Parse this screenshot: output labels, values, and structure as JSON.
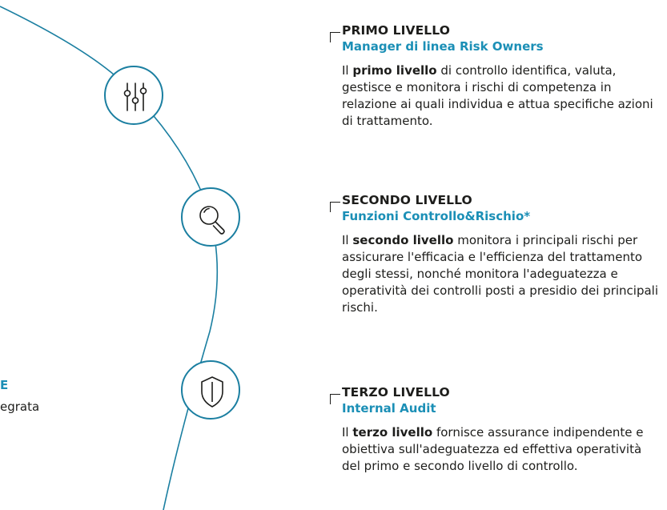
{
  "levels": [
    {
      "title": "PRIMO LIVELLO",
      "subtitle": "Manager di linea Risk Owners",
      "desc_pre": "Il ",
      "desc_bold": "primo livello",
      "desc_post": " di controllo identifica, valuta, gestisce e monitora i rischi di competenza in relazione ai quali individua e attua specifiche azioni di trattamento.",
      "icon": "sliders-icon"
    },
    {
      "title": "SECONDO LIVELLO",
      "subtitle": "Funzioni Controllo&Rischio*",
      "desc_pre": "Il ",
      "desc_bold": "secondo livello",
      "desc_post": " monitora i principali rischi per assicurare l'efficacia e l'efficienza del trattamento degli stessi, nonché monitora l'adeguatezza e operatività dei controlli posti a presidio dei principali rischi.",
      "icon": "magnifier-icon"
    },
    {
      "title": "TERZO LIVELLO",
      "subtitle": "Internal Audit",
      "desc_pre": "Il ",
      "desc_bold": "terzo livello",
      "desc_post": " fornisce assurance indipendente e obiettiva sull'adeguatezza ed effettiva operatività del primo e secondo livello di controllo.",
      "icon": "shield-icon"
    }
  ],
  "left_fragment": {
    "title": "E",
    "text": "egrata"
  },
  "colors": {
    "accent": "#1b8fb6",
    "text": "#1d1d1b",
    "arc": "#1b7fa1"
  }
}
